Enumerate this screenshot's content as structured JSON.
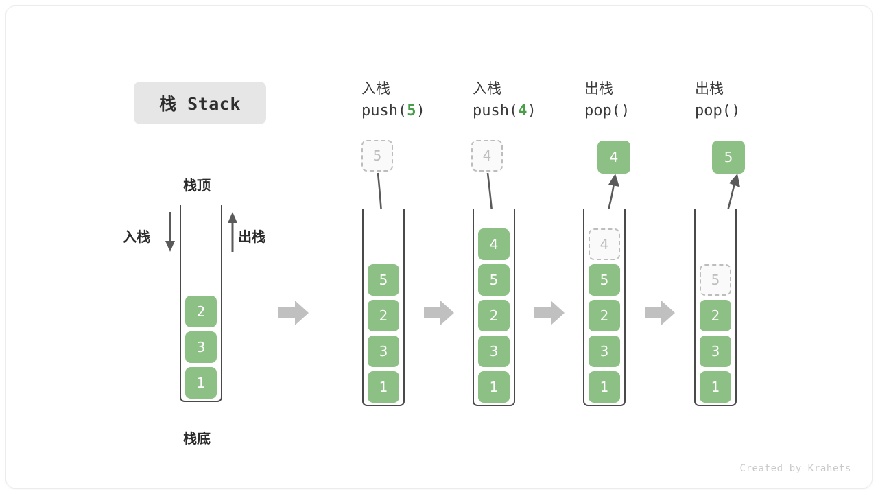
{
  "title_chip": {
    "label": "栈 Stack"
  },
  "legend": {
    "top_label": "栈顶",
    "bottom_label": "栈底",
    "push_label": "入栈",
    "pop_label": "出栈"
  },
  "footer": {
    "credit": "Created by Krahets"
  },
  "colors": {
    "element_green": "#8cc084",
    "ghost_border": "#bdbdbd",
    "ghost_fill": "#fafafa",
    "arrow_gray": "#5a5a5a",
    "block_arrow_gray": "#c0c0c0",
    "chip_bg": "#e6e6e6",
    "code_accent": "#4a9e4a"
  },
  "columns": [
    {
      "id": "initial",
      "header_cn": "",
      "header_code_prefix": "",
      "header_code_arg": "",
      "header_code_suffix": "",
      "stack": [
        "2",
        "3",
        "1"
      ],
      "ghost_above": null,
      "ghost_in_stack": null,
      "popped": null
    },
    {
      "id": "push5",
      "header_cn": "入栈",
      "header_code_prefix": "push(",
      "header_code_arg": "5",
      "header_code_suffix": ")",
      "stack": [
        "5",
        "2",
        "3",
        "1"
      ],
      "ghost_above": "5",
      "ghost_in_stack": null,
      "popped": null
    },
    {
      "id": "push4",
      "header_cn": "入栈",
      "header_code_prefix": "push(",
      "header_code_arg": "4",
      "header_code_suffix": ")",
      "stack": [
        "4",
        "5",
        "2",
        "3",
        "1"
      ],
      "ghost_above": "4",
      "ghost_in_stack": null,
      "popped": null
    },
    {
      "id": "pop1",
      "header_cn": "出栈",
      "header_code_prefix": "pop(",
      "header_code_arg": "",
      "header_code_suffix": ")",
      "stack": [
        "5",
        "2",
        "3",
        "1"
      ],
      "ghost_above": null,
      "ghost_in_stack": "4",
      "popped": "4"
    },
    {
      "id": "pop2",
      "header_cn": "出栈",
      "header_code_prefix": "pop(",
      "header_code_arg": "",
      "header_code_suffix": ")",
      "stack": [
        "2",
        "3",
        "1"
      ],
      "ghost_above": null,
      "ghost_in_stack": "5",
      "popped": "5"
    }
  ]
}
